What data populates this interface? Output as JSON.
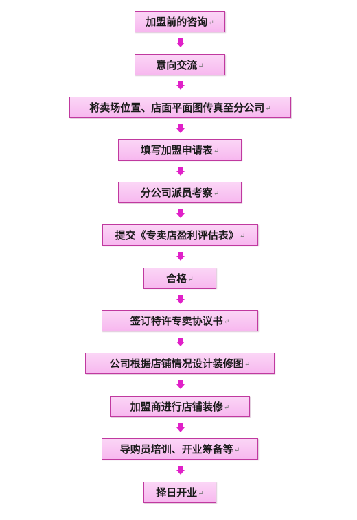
{
  "diagram": {
    "paragraph_mark": "↵",
    "steps": [
      {
        "id": "consult",
        "label": "加盟前的咨询"
      },
      {
        "id": "exchange",
        "label": "意向交流"
      },
      {
        "id": "send-location",
        "label": "将卖场位置、店面平面图传真至分公司"
      },
      {
        "id": "application",
        "label": "填写加盟申请表"
      },
      {
        "id": "inspection",
        "label": "分公司派员考察"
      },
      {
        "id": "submit-evaluation",
        "label": "提交《专卖店盈利评估表》"
      },
      {
        "id": "qualified",
        "label": "合格"
      },
      {
        "id": "sign-contract",
        "label": "签订特许专卖协议书"
      },
      {
        "id": "design",
        "label": "公司根据店铺情况设计装修图"
      },
      {
        "id": "decoration",
        "label": "加盟商进行店铺装修"
      },
      {
        "id": "training",
        "label": "导购员培训、开业筹备等"
      },
      {
        "id": "opening",
        "label": "择日开业"
      }
    ],
    "colors": {
      "box_fill": "#f7b8ef",
      "box_border": "#c0399f",
      "arrow": "#e020c8"
    }
  }
}
